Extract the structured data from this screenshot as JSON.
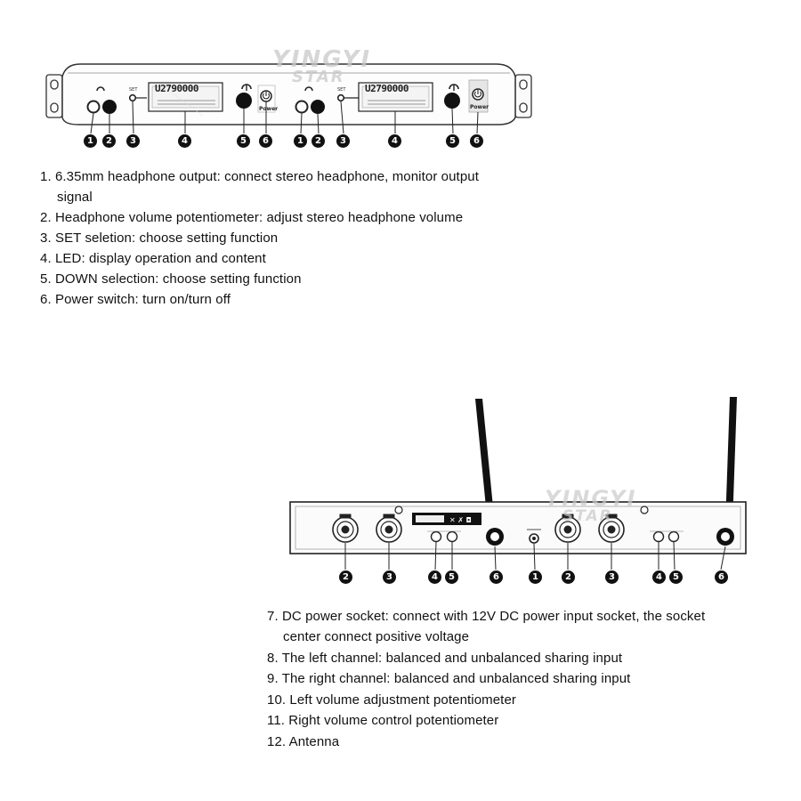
{
  "watermark": {
    "line1": "YINGYI",
    "line2": "STAR"
  },
  "front_panel": {
    "badges": [
      "1",
      "2",
      "3",
      "4",
      "5",
      "6",
      "1",
      "2",
      "3",
      "4",
      "5",
      "6"
    ],
    "lcd_readout": "U2790000",
    "power_label": "Power"
  },
  "front_descriptions": [
    {
      "text": "1. 6.35mm headphone output: connect stereo headphone, monitor output"
    },
    {
      "text": "signal"
    },
    {
      "text": "2. Headphone volume potentiometer: adjust stereo headphone volume"
    },
    {
      "text": "3. SET seletion: choose setting function"
    },
    {
      "text": "4. LED: display operation and content"
    },
    {
      "text": "5. DOWN selection: choose setting function"
    },
    {
      "text": "6. Power switch: turn on/turn off"
    }
  ],
  "rear_panel": {
    "badges": [
      "2",
      "3",
      "4",
      "5",
      "6",
      "1",
      "2",
      "3",
      "4",
      "5",
      "6"
    ]
  },
  "rear_descriptions": [
    {
      "text": "7. DC power socket: connect with 12V DC power input socket, the socket"
    },
    {
      "text": "center connect positive voltage"
    },
    {
      "text": "8. The left channel: balanced and unbalanced sharing input"
    },
    {
      "text": "9. The right channel: balanced and unbalanced sharing input"
    },
    {
      "text": "10. Left volume adjustment potentiometer"
    },
    {
      "text": "11. Right volume control potentiometer"
    },
    {
      "text": "12.  Antenna"
    }
  ]
}
